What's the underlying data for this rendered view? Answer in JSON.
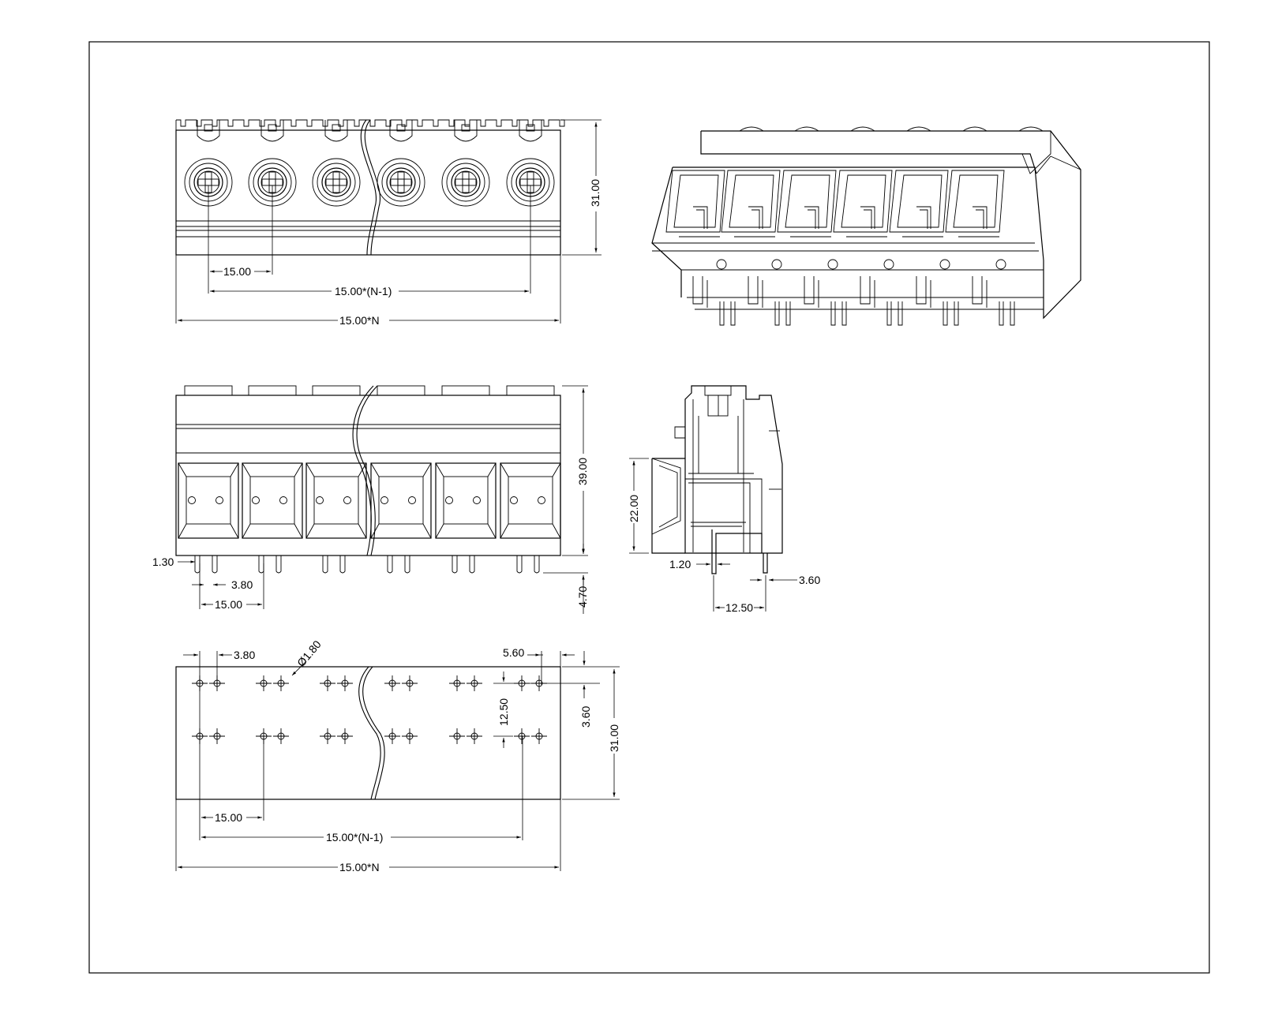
{
  "drawing": {
    "dimensions": {
      "top_pitch": "15.00",
      "top_span_n1": "15.00*(N-1)",
      "top_span_n": "15.00*N",
      "top_height": "31.00",
      "front_height": "39.00",
      "front_pin_dia": "1.30",
      "front_pin_spacing": "3.80",
      "front_pitch": "15.00",
      "front_pin_len": "4.70",
      "side_height": "22.00",
      "side_pin_dia": "1.20",
      "side_pin_offset": "3.60",
      "side_row_spacing": "12.50",
      "bottom_pin_spacing": "3.80",
      "bottom_hole_dia": "Ø1.80",
      "bottom_edge_offset": "5.60",
      "bottom_row_spacing": "12.50",
      "bottom_row_offset": "3.60",
      "bottom_height": "31.00",
      "bottom_pitch": "15.00",
      "bottom_span_n1": "15.00*(N-1)",
      "bottom_span_n": "15.00*N"
    }
  }
}
